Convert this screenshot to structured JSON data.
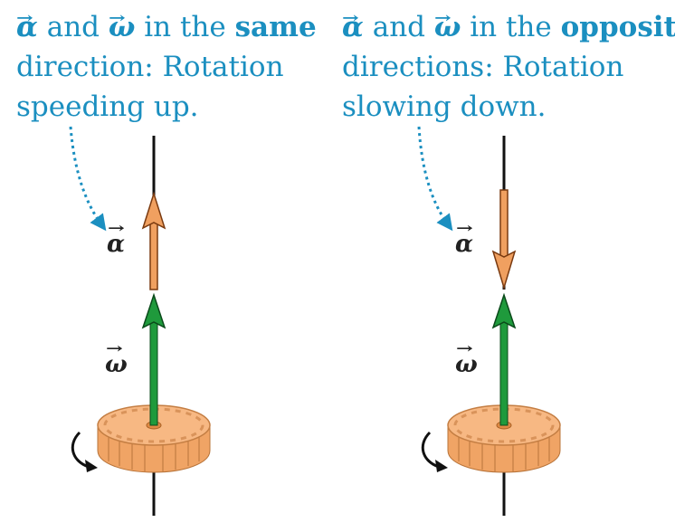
{
  "panels": [
    {
      "caption": {
        "alpha": "α",
        "and": " and ",
        "omega": "ω",
        "in_the": " in the ",
        "emph": "same",
        "line2": "direction: Rotation",
        "line3": "speeding up."
      },
      "alpha_label": "α",
      "omega_label": "ω",
      "alpha_direction": "up"
    },
    {
      "caption": {
        "alpha": "α",
        "and": " and ",
        "omega": "ω",
        "in_the": " in the ",
        "emph": "opposite",
        "line2": "directions: Rotation",
        "line3": "slowing down."
      },
      "alpha_label": "α",
      "omega_label": "ω",
      "alpha_direction": "down"
    }
  ],
  "vector_arrow_glyph": "→",
  "colors": {
    "caption": "#1b8fc0",
    "alpha_arrow": "#f0a060",
    "omega_arrow": "#1f9a3c",
    "gear": "#f5b07a",
    "axis": "#111111"
  }
}
